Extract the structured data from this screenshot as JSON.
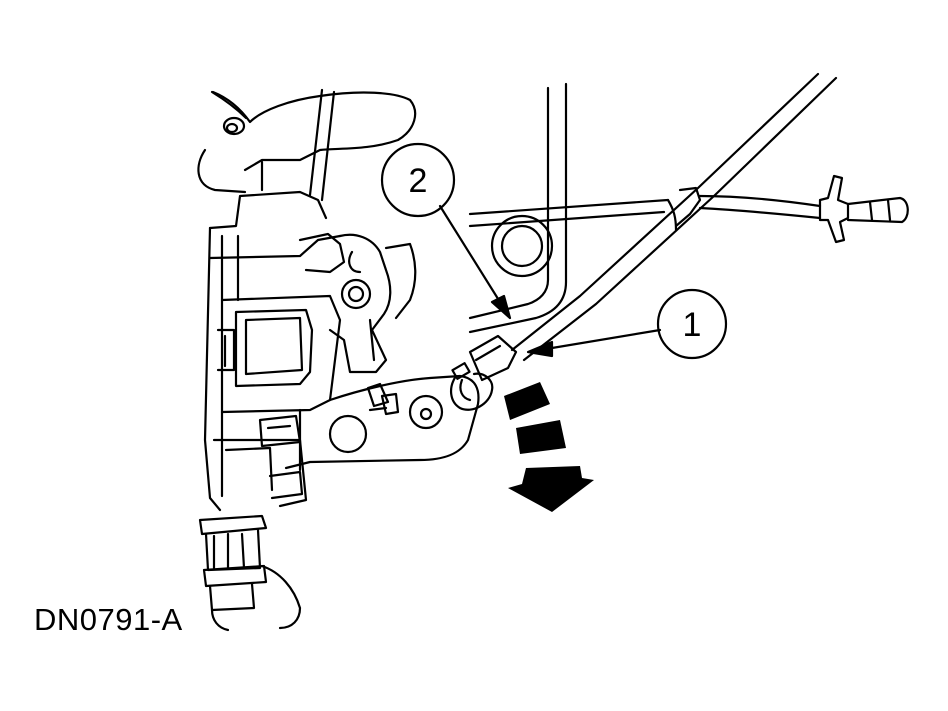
{
  "figure": {
    "id_label": "DN0791-A"
  },
  "callouts": [
    {
      "number": "1"
    },
    {
      "number": "2"
    }
  ],
  "colors": {
    "line": "#000000",
    "background": "#ffffff"
  },
  "icons": {
    "motion_direction": "curved-arrow-down-icon"
  }
}
